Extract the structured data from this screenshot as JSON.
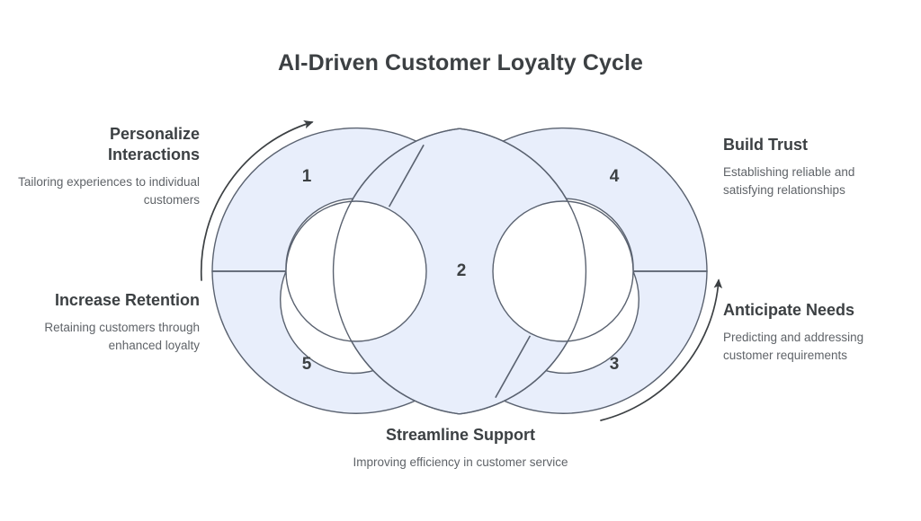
{
  "header": {
    "title": "AI-Driven Customer Loyalty Cycle"
  },
  "colors": {
    "segment_fill": "#e8eefb",
    "segment_stroke": "#5a6270",
    "number_text": "#3c4043",
    "title_text": "#3c4043",
    "label_title_text": "#3c4043",
    "label_desc_text": "#5f6368",
    "arrow": "#3c4043",
    "background": "#ffffff"
  },
  "diagram": {
    "type": "figure-eight-cycle",
    "segments": [
      {
        "number": "1",
        "name": "personalize-interactions"
      },
      {
        "number": "2",
        "name": "streamline-support-center"
      },
      {
        "number": "3",
        "name": "anticipate-needs"
      },
      {
        "number": "4",
        "name": "build-trust"
      },
      {
        "number": "5",
        "name": "increase-retention"
      }
    ],
    "arrows": [
      {
        "name": "left-loop-arrow",
        "direction": "clockwise"
      },
      {
        "name": "right-loop-arrow",
        "direction": "counter-clockwise"
      }
    ]
  },
  "labels": {
    "personalize": {
      "title": "Personalize Interactions",
      "desc": "Tailoring experiences to individual customers"
    },
    "increase": {
      "title": "Increase Retention",
      "desc": "Retaining customers through enhanced loyalty"
    },
    "build": {
      "title": "Build Trust",
      "desc": "Establishing reliable and satisfying relationships"
    },
    "anticipate": {
      "title": "Anticipate Needs",
      "desc": "Predicting and addressing customer requirements"
    },
    "streamline": {
      "title": "Streamline Support",
      "desc": "Improving efficiency in customer service"
    }
  }
}
